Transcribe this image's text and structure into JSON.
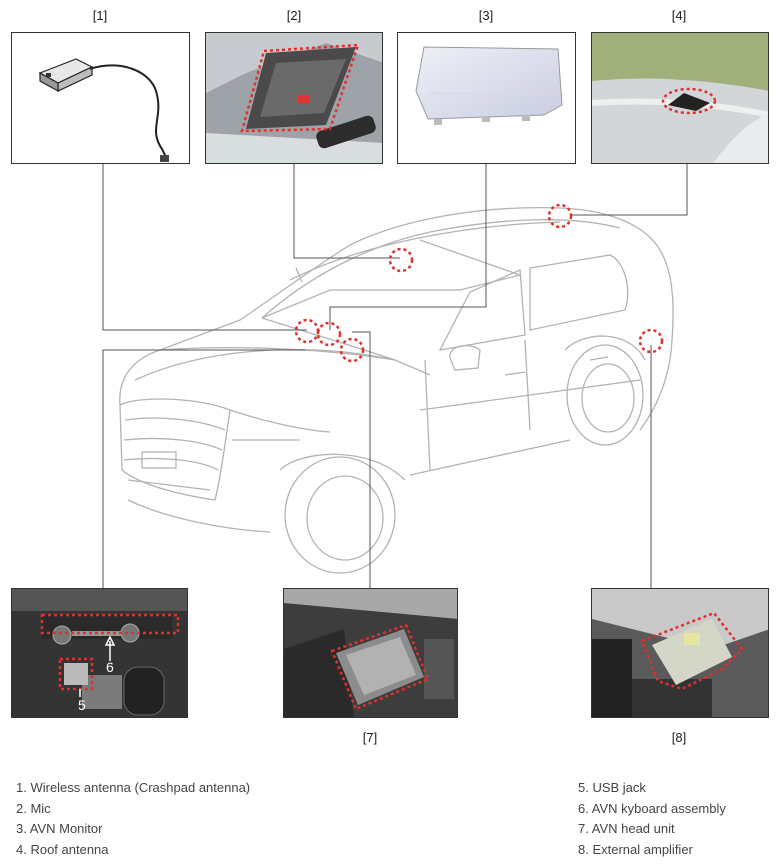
{
  "tags": {
    "t1": "[1]",
    "t2": "[2]",
    "t3": "[3]",
    "t4": "[4]",
    "t7": "[7]",
    "t8": "[8]"
  },
  "callouts": {
    "five": "5",
    "six": "6"
  },
  "legend_left": [
    "1. Wireless antenna (Crashpad antenna)",
    "2. Mic",
    "3. AVN Monitor",
    "4. Roof antenna"
  ],
  "legend_right": [
    "5. USB jack",
    "6. AVN kyboard assembly",
    "7. AVN head unit",
    "8. External amplifier"
  ],
  "colors": {
    "highlight": "#e0302a",
    "line": "#555555",
    "car": "#b0b0b0"
  }
}
